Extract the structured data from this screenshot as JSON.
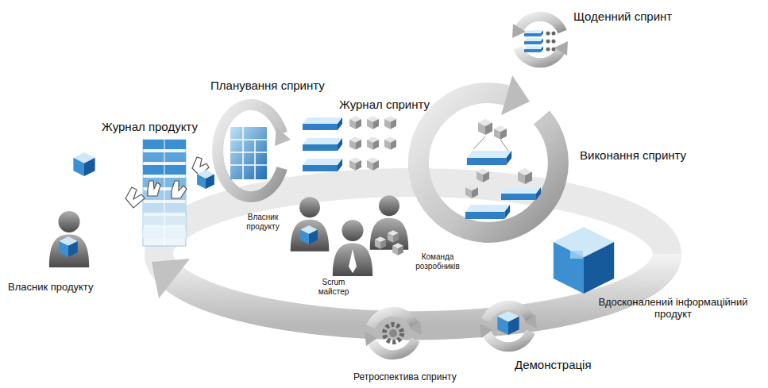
{
  "diagram": {
    "labels": [
      "Щоденний спринт",
      "Планування спринту",
      "Журнал спринту",
      "Журнал продукту",
      "Виконання спринту",
      "Власник продукту",
      "Команда розробників",
      "Scrum майстер",
      "Власник продукту",
      "Вдосконалений інформаційний продукт",
      "Демонстрація",
      "Ретроспектива спринту"
    ]
  }
}
